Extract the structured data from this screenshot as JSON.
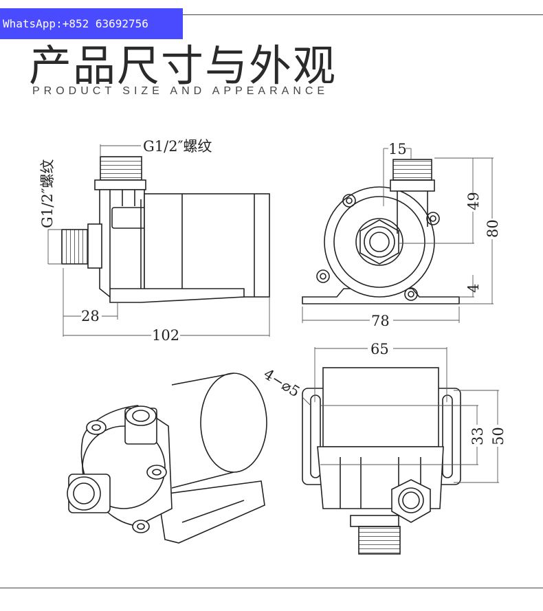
{
  "contact": {
    "text": "WhatsApp:+852 63692756"
  },
  "header": {
    "title": "产品尺寸与外观",
    "subtitle": "PRODUCT SIZE AND APPEARANCE"
  },
  "side_view": {
    "thread_top_label": "G1/2″螺纹",
    "thread_side_label": "G1/2″螺纹",
    "dim_inlet": "28",
    "dim_length": "102"
  },
  "front_view": {
    "dim_outlet_offset": "15",
    "dim_outlet_height": "49",
    "dim_total_height": "80",
    "dim_base": "4",
    "dim_width": "78"
  },
  "top_view": {
    "dim_width": "65",
    "dim_holes": "4−⌀5",
    "dim_inner": "33",
    "dim_outer": "50"
  }
}
